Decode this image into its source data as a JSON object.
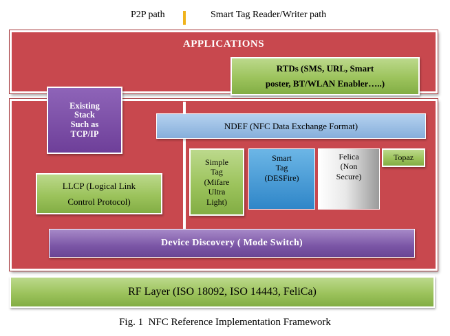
{
  "legend": {
    "p2p_label": "P2P path",
    "reader_writer_label": "Smart Tag Reader/Writer path"
  },
  "layers": {
    "applications": "APPLICATIONS",
    "rtds": "RTDs (SMS, URL, Smart\nposter, BT/WLAN Enabler…..)",
    "existing_stack": "Existing\nStack\nSuch as\nTCP/IP",
    "ndef": "NDEF (NFC Data Exchange Format)",
    "simple_tag": "Simple\nTag\n(Mifare\nUltra\nLight)",
    "smart_tag": "Smart\nTag\n(DESFire)",
    "felica": "Felica\n(Non\nSecure)",
    "topaz": "Topaz",
    "llcp": "LLCP (Logical Link\nControl Protocol)",
    "device_discovery": "Device Discovery ( Mode Switch)",
    "rf_layer": "RF Layer (ISO 18092, ISO 14443, FeliCa)"
  },
  "caption": "Fig. 1  NFC Reference Implementation Framework",
  "colors": {
    "panel_red": "#c8484e",
    "green": "#9cc35c",
    "purple": "#6e3f99",
    "ndef_blue": "#86aedb",
    "smart_tag_blue": "#2f86c8",
    "path_marker": "#f0b31c"
  }
}
